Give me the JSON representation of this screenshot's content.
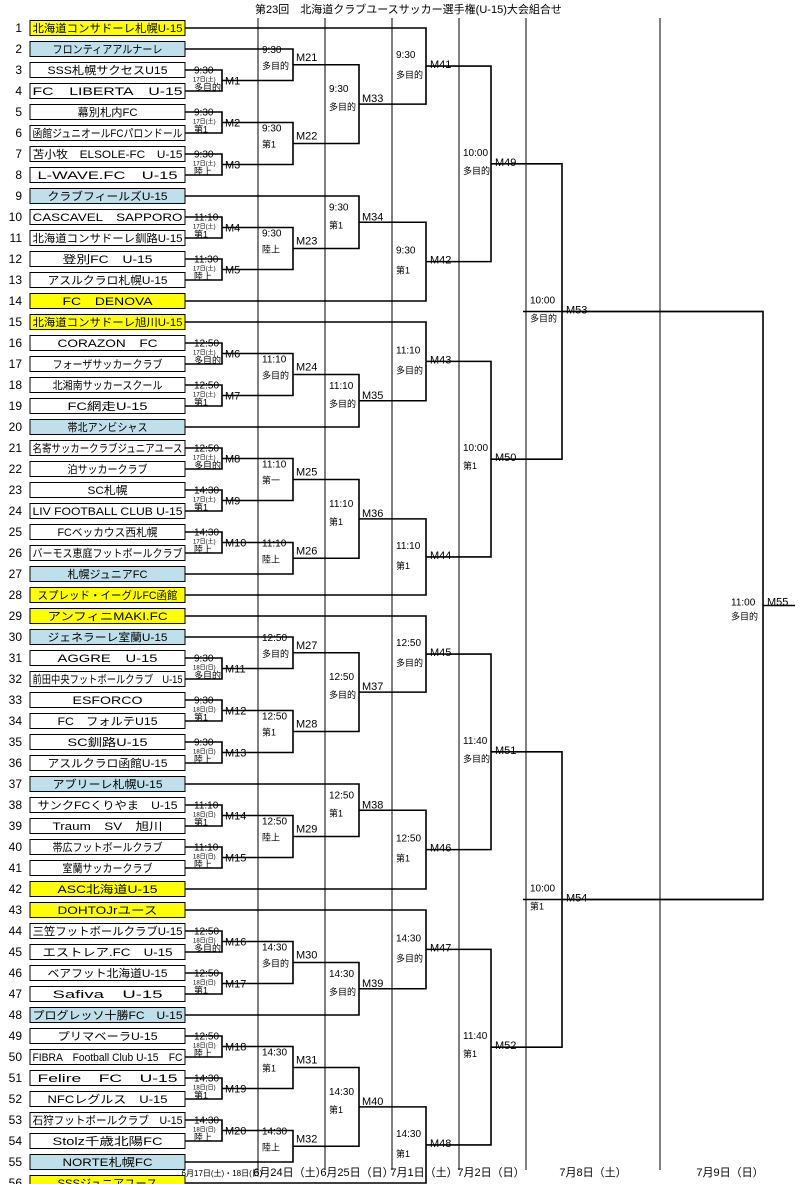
{
  "title": "第23回　北海道クラブユースサッカー選手権(U-15)大会組合せ",
  "colors": {
    "yellow": "#ffff00",
    "blue": "#bfe0ea",
    "white": "#ffffff",
    "line": "#000000"
  },
  "teams": [
    {
      "no": "1",
      "name": "北海道コンサドーレ札幌U-15",
      "fill": "yellow"
    },
    {
      "no": "2",
      "name": "フロンティアアルナーレ",
      "fill": "blue"
    },
    {
      "no": "3",
      "name": "SSS札幌サクセスU15",
      "fill": "white"
    },
    {
      "no": "4",
      "name": "FC　LIBERTA　U-15",
      "fill": "white"
    },
    {
      "no": "5",
      "name": "幕別札内FC",
      "fill": "white"
    },
    {
      "no": "6",
      "name": "函館ジュニオールFCパロンドール",
      "fill": "white"
    },
    {
      "no": "7",
      "name": "苫小牧　ELSOLE-FC　U-15",
      "fill": "white"
    },
    {
      "no": "8",
      "name": "L-WAVE.FC　U-15",
      "fill": "white"
    },
    {
      "no": "9",
      "name": "クラブフィールズU-15",
      "fill": "blue"
    },
    {
      "no": "10",
      "name": "CASCAVEL　SAPPORO",
      "fill": "white"
    },
    {
      "no": "11",
      "name": "北海道コンサドーレ釧路U-15",
      "fill": "white"
    },
    {
      "no": "12",
      "name": "登別FC　U-15",
      "fill": "white"
    },
    {
      "no": "13",
      "name": "アスルクラロ札幌U-15",
      "fill": "white"
    },
    {
      "no": "14",
      "name": "FC　DENOVA",
      "fill": "yellow"
    },
    {
      "no": "15",
      "name": "北海道コンサドーレ旭川U-15",
      "fill": "yellow"
    },
    {
      "no": "16",
      "name": "CORAZON　FC",
      "fill": "white"
    },
    {
      "no": "17",
      "name": "フォーザサッカークラブ",
      "fill": "white"
    },
    {
      "no": "18",
      "name": "北湘南サッカースクール",
      "fill": "white"
    },
    {
      "no": "19",
      "name": "FC網走U-15",
      "fill": "white"
    },
    {
      "no": "20",
      "name": "帯北アンビシャス",
      "fill": "blue"
    },
    {
      "no": "21",
      "name": "名寄サッカークラブジュニアユース",
      "fill": "white"
    },
    {
      "no": "22",
      "name": "泊サッカークラブ",
      "fill": "white"
    },
    {
      "no": "23",
      "name": "SC札幌",
      "fill": "white"
    },
    {
      "no": "24",
      "name": "LIV FOOTBALL CLUB U-15",
      "fill": "white"
    },
    {
      "no": "25",
      "name": "FCベッカウス西札幌",
      "fill": "white"
    },
    {
      "no": "26",
      "name": "バーモス恵庭フットボールクラブ",
      "fill": "white"
    },
    {
      "no": "27",
      "name": "札幌ジュニアFC",
      "fill": "blue"
    },
    {
      "no": "28",
      "name": "スプレッド・イーグルFC函館",
      "fill": "yellow"
    },
    {
      "no": "29",
      "name": "アンフィニMAKI.FC",
      "fill": "yellow"
    },
    {
      "no": "30",
      "name": "ジェネラーレ室蘭U-15",
      "fill": "blue"
    },
    {
      "no": "31",
      "name": "AGGRE　U-15",
      "fill": "white"
    },
    {
      "no": "32",
      "name": "前田中央フットボールクラブ　U-15",
      "fill": "white"
    },
    {
      "no": "33",
      "name": "ESFORCO",
      "fill": "white"
    },
    {
      "no": "34",
      "name": "FC　フォルテU15",
      "fill": "white"
    },
    {
      "no": "35",
      "name": "SC釧路U-15",
      "fill": "white"
    },
    {
      "no": "36",
      "name": "アスルクラロ函館U-15",
      "fill": "white"
    },
    {
      "no": "37",
      "name": "アブリーレ札幌U-15",
      "fill": "blue"
    },
    {
      "no": "38",
      "name": "サンクFCくりやま　U-15",
      "fill": "white"
    },
    {
      "no": "39",
      "name": "Traum　SV　旭川",
      "fill": "white"
    },
    {
      "no": "40",
      "name": "帯広フットボールクラブ",
      "fill": "white"
    },
    {
      "no": "41",
      "name": "室蘭サッカークラブ",
      "fill": "white"
    },
    {
      "no": "42",
      "name": "ASC北海道U-15",
      "fill": "yellow"
    },
    {
      "no": "43",
      "name": "DOHTOJrユース",
      "fill": "yellow"
    },
    {
      "no": "44",
      "name": "三笠フットボールクラブU-15",
      "fill": "white"
    },
    {
      "no": "45",
      "name": "エストレア.FC　U-15",
      "fill": "white"
    },
    {
      "no": "46",
      "name": "ベアフット北海道U-15",
      "fill": "white"
    },
    {
      "no": "47",
      "name": "Safiva　U-15",
      "fill": "white"
    },
    {
      "no": "48",
      "name": "プログレッソ十勝FC　U-15",
      "fill": "blue"
    },
    {
      "no": "49",
      "name": "プリマベーラU-15",
      "fill": "white"
    },
    {
      "no": "50",
      "name": "FIBRA　Football Club U-15　FC",
      "fill": "white"
    },
    {
      "no": "51",
      "name": "Felire　FC　U-15",
      "fill": "white"
    },
    {
      "no": "52",
      "name": "NFCレグルス　U-15",
      "fill": "white"
    },
    {
      "no": "53",
      "name": "石狩フットボールクラブ　U-15",
      "fill": "white"
    },
    {
      "no": "54",
      "name": "Stolz千歳北陽FC",
      "fill": "white"
    },
    {
      "no": "55",
      "name": "NORTE札幌FC",
      "fill": "blue"
    },
    {
      "no": "56",
      "name": "SSSジュニアユース",
      "fill": "yellow"
    }
  ],
  "round1": [
    {
      "id": "M1",
      "time": "9:30",
      "date": "17日(土)",
      "venue": "多目的"
    },
    {
      "id": "M2",
      "time": "9:30",
      "date": "17日(土)",
      "venue": "第1"
    },
    {
      "id": "M3",
      "time": "9:30",
      "date": "17日(土)",
      "venue": "陸上"
    },
    {
      "id": "M4",
      "time": "11:10",
      "date": "17日(土)",
      "venue": "第1"
    },
    {
      "id": "M5",
      "time": "11:30",
      "date": "17日(土)",
      "venue": "陸上"
    },
    {
      "id": "M6",
      "time": "12:50",
      "date": "17日(土)",
      "venue": "多目的"
    },
    {
      "id": "M7",
      "time": "12:50",
      "date": "17日(土)",
      "venue": "第1"
    },
    {
      "id": "M8",
      "time": "12:50",
      "date": "17日(土)",
      "venue": "多目的"
    },
    {
      "id": "M9",
      "time": "14:30",
      "date": "17日(土)",
      "venue": "第1"
    },
    {
      "id": "M10",
      "time": "14:30",
      "date": "17日(土)",
      "venue": "陸上"
    },
    {
      "id": "M11",
      "time": "9:30",
      "date": "18日(日)",
      "venue": "多目的"
    },
    {
      "id": "M12",
      "time": "9:30",
      "date": "18日(日)",
      "venue": "第1"
    },
    {
      "id": "M13",
      "time": "9:30",
      "date": "18日(日)",
      "venue": "陸上"
    },
    {
      "id": "M14",
      "time": "11:10",
      "date": "18日(日)",
      "venue": "第1"
    },
    {
      "id": "M15",
      "time": "11:10",
      "date": "18日(日)",
      "venue": "陸上"
    },
    {
      "id": "M16",
      "time": "12:50",
      "date": "18日(日)",
      "venue": "多目的"
    },
    {
      "id": "M17",
      "time": "12:50",
      "date": "18日(日)",
      "venue": "第1"
    },
    {
      "id": "M18",
      "time": "12:50",
      "date": "18日(日)",
      "venue": "陸上"
    },
    {
      "id": "M19",
      "time": "14:30",
      "date": "18日(日)",
      "venue": "第1"
    },
    {
      "id": "M20",
      "time": "14:30",
      "date": "18日(日)",
      "venue": "陸上"
    }
  ],
  "round2": [
    {
      "id": "M21",
      "time": "9:30",
      "venue": "多目的"
    },
    {
      "id": "M22",
      "time": "9:30",
      "venue": "第1"
    },
    {
      "id": "M23",
      "time": "9:30",
      "venue": "陸上"
    },
    {
      "id": "M24",
      "time": "11:10",
      "venue": "多目的"
    },
    {
      "id": "M25",
      "time": "11:10",
      "venue": "第一"
    },
    {
      "id": "M26",
      "time": "11:10",
      "venue": "陸上"
    },
    {
      "id": "M27",
      "time": "12:50",
      "venue": "多目的"
    },
    {
      "id": "M28",
      "time": "12:50",
      "venue": "第1"
    },
    {
      "id": "M29",
      "time": "12:50",
      "venue": "陸上"
    },
    {
      "id": "M30",
      "time": "14:30",
      "venue": "多目的"
    },
    {
      "id": "M31",
      "time": "14:30",
      "venue": "第1"
    },
    {
      "id": "M32",
      "time": "14:30",
      "venue": "陸上"
    }
  ],
  "round3": [
    {
      "id": "M33",
      "time": "9:30",
      "venue": "多目的"
    },
    {
      "id": "M34",
      "time": "9:30",
      "venue": "第1"
    },
    {
      "id": "M35",
      "time": "11:10",
      "venue": "多目的"
    },
    {
      "id": "M36",
      "time": "11:10",
      "venue": "第1"
    },
    {
      "id": "M37",
      "time": "12:50",
      "venue": "多目的"
    },
    {
      "id": "M38",
      "time": "12:50",
      "venue": "第1"
    },
    {
      "id": "M39",
      "time": "14:30",
      "venue": "多目的"
    },
    {
      "id": "M40",
      "time": "14:30",
      "venue": "第1"
    }
  ],
  "round4": [
    {
      "id": "M41",
      "time": "9:30",
      "venue": "多目的"
    },
    {
      "id": "M42",
      "time": "9:30",
      "venue": "第1"
    },
    {
      "id": "M43",
      "time": "11:10",
      "venue": "多目的"
    },
    {
      "id": "M44",
      "time": "11:10",
      "venue": "第1"
    },
    {
      "id": "M45",
      "time": "12:50",
      "venue": "多目的"
    },
    {
      "id": "M46",
      "time": "12:50",
      "venue": "第1"
    },
    {
      "id": "M47",
      "time": "14:30",
      "venue": "多目的"
    },
    {
      "id": "M48",
      "time": "14:30",
      "venue": "第1"
    }
  ],
  "round5": [
    {
      "id": "M49",
      "time": "10:00",
      "venue": "多目的"
    },
    {
      "id": "M50",
      "time": "10:00",
      "venue": "第1"
    },
    {
      "id": "M51",
      "time": "11:40",
      "venue": "多目的"
    },
    {
      "id": "M52",
      "time": "11:40",
      "venue": "第1"
    }
  ],
  "round6": [
    {
      "id": "M53",
      "time": "10:00",
      "venue": "多目的"
    },
    {
      "id": "M54",
      "time": "10:00",
      "venue": "第1"
    }
  ],
  "final": {
    "id": "M55",
    "time": "11:00",
    "venue": "多目的"
  },
  "dates": [
    "6月17日(土)・18日(日)",
    "6月24日（土）",
    "6月25日（日）",
    "7月1日（土）",
    "7月2日（日）",
    "7月8日（土）",
    "7月9日（日）"
  ]
}
